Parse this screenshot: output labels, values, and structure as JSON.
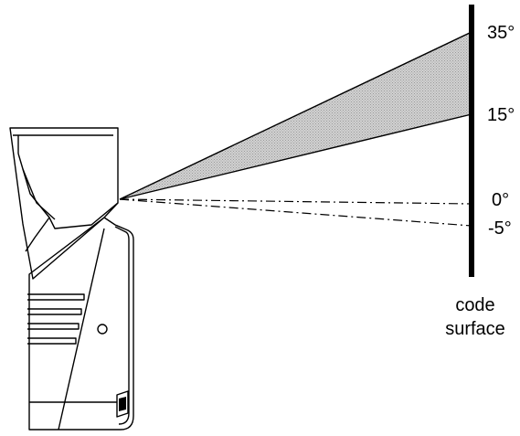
{
  "angles": [
    {
      "id": "angle-35",
      "value": 35,
      "label": "35°"
    },
    {
      "id": "angle-15",
      "value": 15,
      "label": "15°"
    },
    {
      "id": "angle-0",
      "value": 0,
      "label": "0°"
    },
    {
      "id": "angle-minus5",
      "value": -5,
      "label": "-5°"
    }
  ],
  "surface_label": {
    "line1": "code",
    "line2": "surface"
  },
  "colors": {
    "beam_fill": "#bdbdbd",
    "stroke": "#000000",
    "background": "#ffffff"
  }
}
